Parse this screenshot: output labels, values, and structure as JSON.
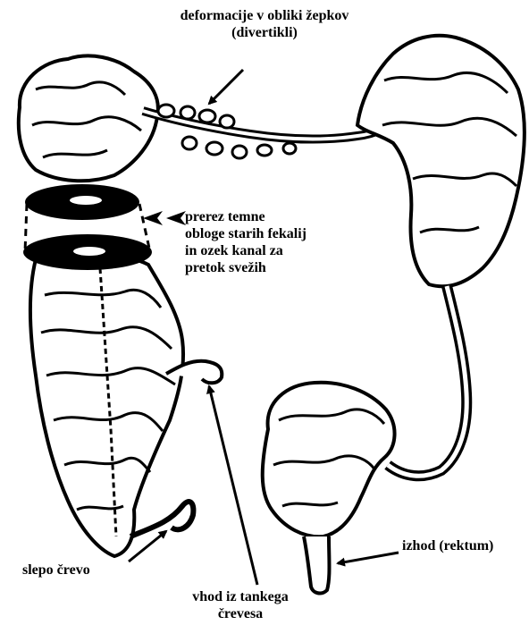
{
  "labels": {
    "diverticula": {
      "line1": "deformacije v obliki žepkov",
      "line2": "(divertikli)"
    },
    "cross_section": {
      "line1": "prerez temne",
      "line2": "obloge starih fekalij",
      "line3": "in ozek kanal za",
      "line4": "pretok svežih"
    },
    "cecum": "slepo črevo",
    "small_intestine_entry": {
      "line1": "vhod iz tankega",
      "line2": "črevesa"
    },
    "rectum_exit": "izhod (rektum)"
  },
  "colors": {
    "ink": "#000000",
    "background": "#ffffff",
    "tissue": "#ffffff"
  }
}
